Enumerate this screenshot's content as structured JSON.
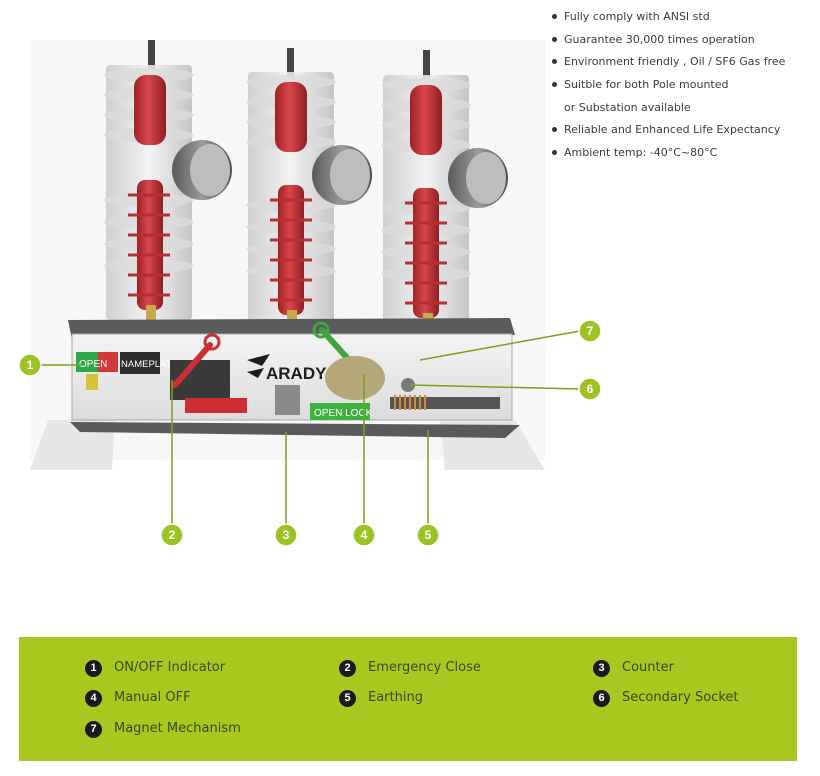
{
  "features": [
    "Fully comply with ANSI std",
    "Guarantee 30,000 times operation",
    "Environment friendly , Oil / SF6 Gas free",
    "Suitble for both Pole mounted",
    "or Substation available",
    "Reliable and Enhanced Life Expectancy",
    "Ambient temp: -40°C~80°C"
  ],
  "device_labels": {
    "open_indicator": "OPEN",
    "nameplate": "NAMEPLATE",
    "brand": "ARADY",
    "open_lock": "OPEN LOCK"
  },
  "callouts": [
    "1",
    "2",
    "3",
    "4",
    "5",
    "6",
    "7"
  ],
  "legend": [
    {
      "num": "1",
      "label": "ON/OFF Indicator"
    },
    {
      "num": "2",
      "label": "Emergency Close"
    },
    {
      "num": "3",
      "label": "Counter"
    },
    {
      "num": "4",
      "label": "Manual OFF"
    },
    {
      "num": "5",
      "label": "Earthing"
    },
    {
      "num": "6",
      "label": "Secondary Socket"
    },
    {
      "num": "7",
      "label": "Magnet Mechanism"
    }
  ],
  "colors": {
    "accent_green": "#a8c81f",
    "callout_green": "#9cc224",
    "insulator_red": "#c8353a"
  }
}
